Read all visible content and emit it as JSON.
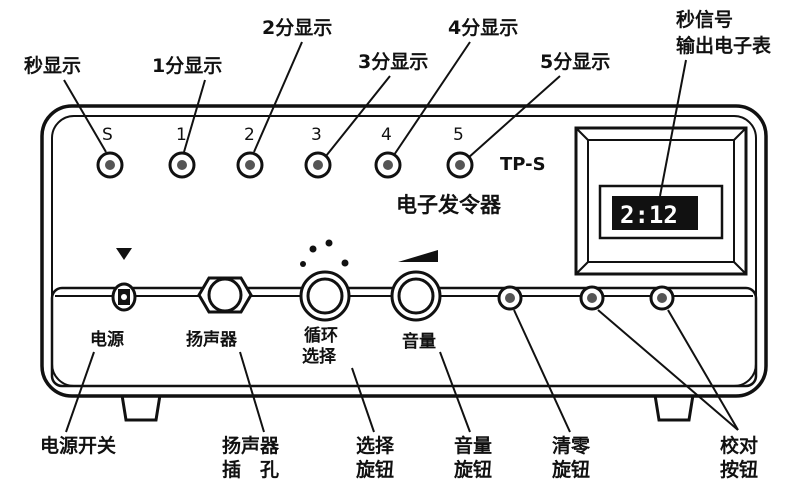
{
  "top_callouts": {
    "sec_display": "秒显示",
    "min1_display": "1分显示",
    "min2_display": "2分显示",
    "min3_display": "3分显示",
    "min4_display": "4分显示",
    "min5_display": "5分显示",
    "sec_signal_line1": "秒信号",
    "sec_signal_line2": "输出电子表"
  },
  "led_numbers": [
    "S",
    "1",
    "2",
    "3",
    "4",
    "5"
  ],
  "model": "TP-S",
  "device_name": "电子发令器",
  "clock_reading": "2:12",
  "panel_labels": {
    "power": "电源",
    "speaker": "扬声器",
    "cycle_line1": "循环",
    "cycle_line2": "选择",
    "volume": "音量"
  },
  "bottom_callouts": {
    "power_switch": "电源开关",
    "speaker_jack_line1": "扬声器",
    "speaker_jack_line2": "插　孔",
    "select_knob_line1": "选择",
    "select_knob_line2": "旋钮",
    "volume_knob_line1": "音量",
    "volume_knob_line2": "旋钮",
    "reset_knob_line1": "清零",
    "reset_knob_line2": "旋钮",
    "calib_btn_line1": "校对",
    "calib_btn_line2": "按钮"
  }
}
